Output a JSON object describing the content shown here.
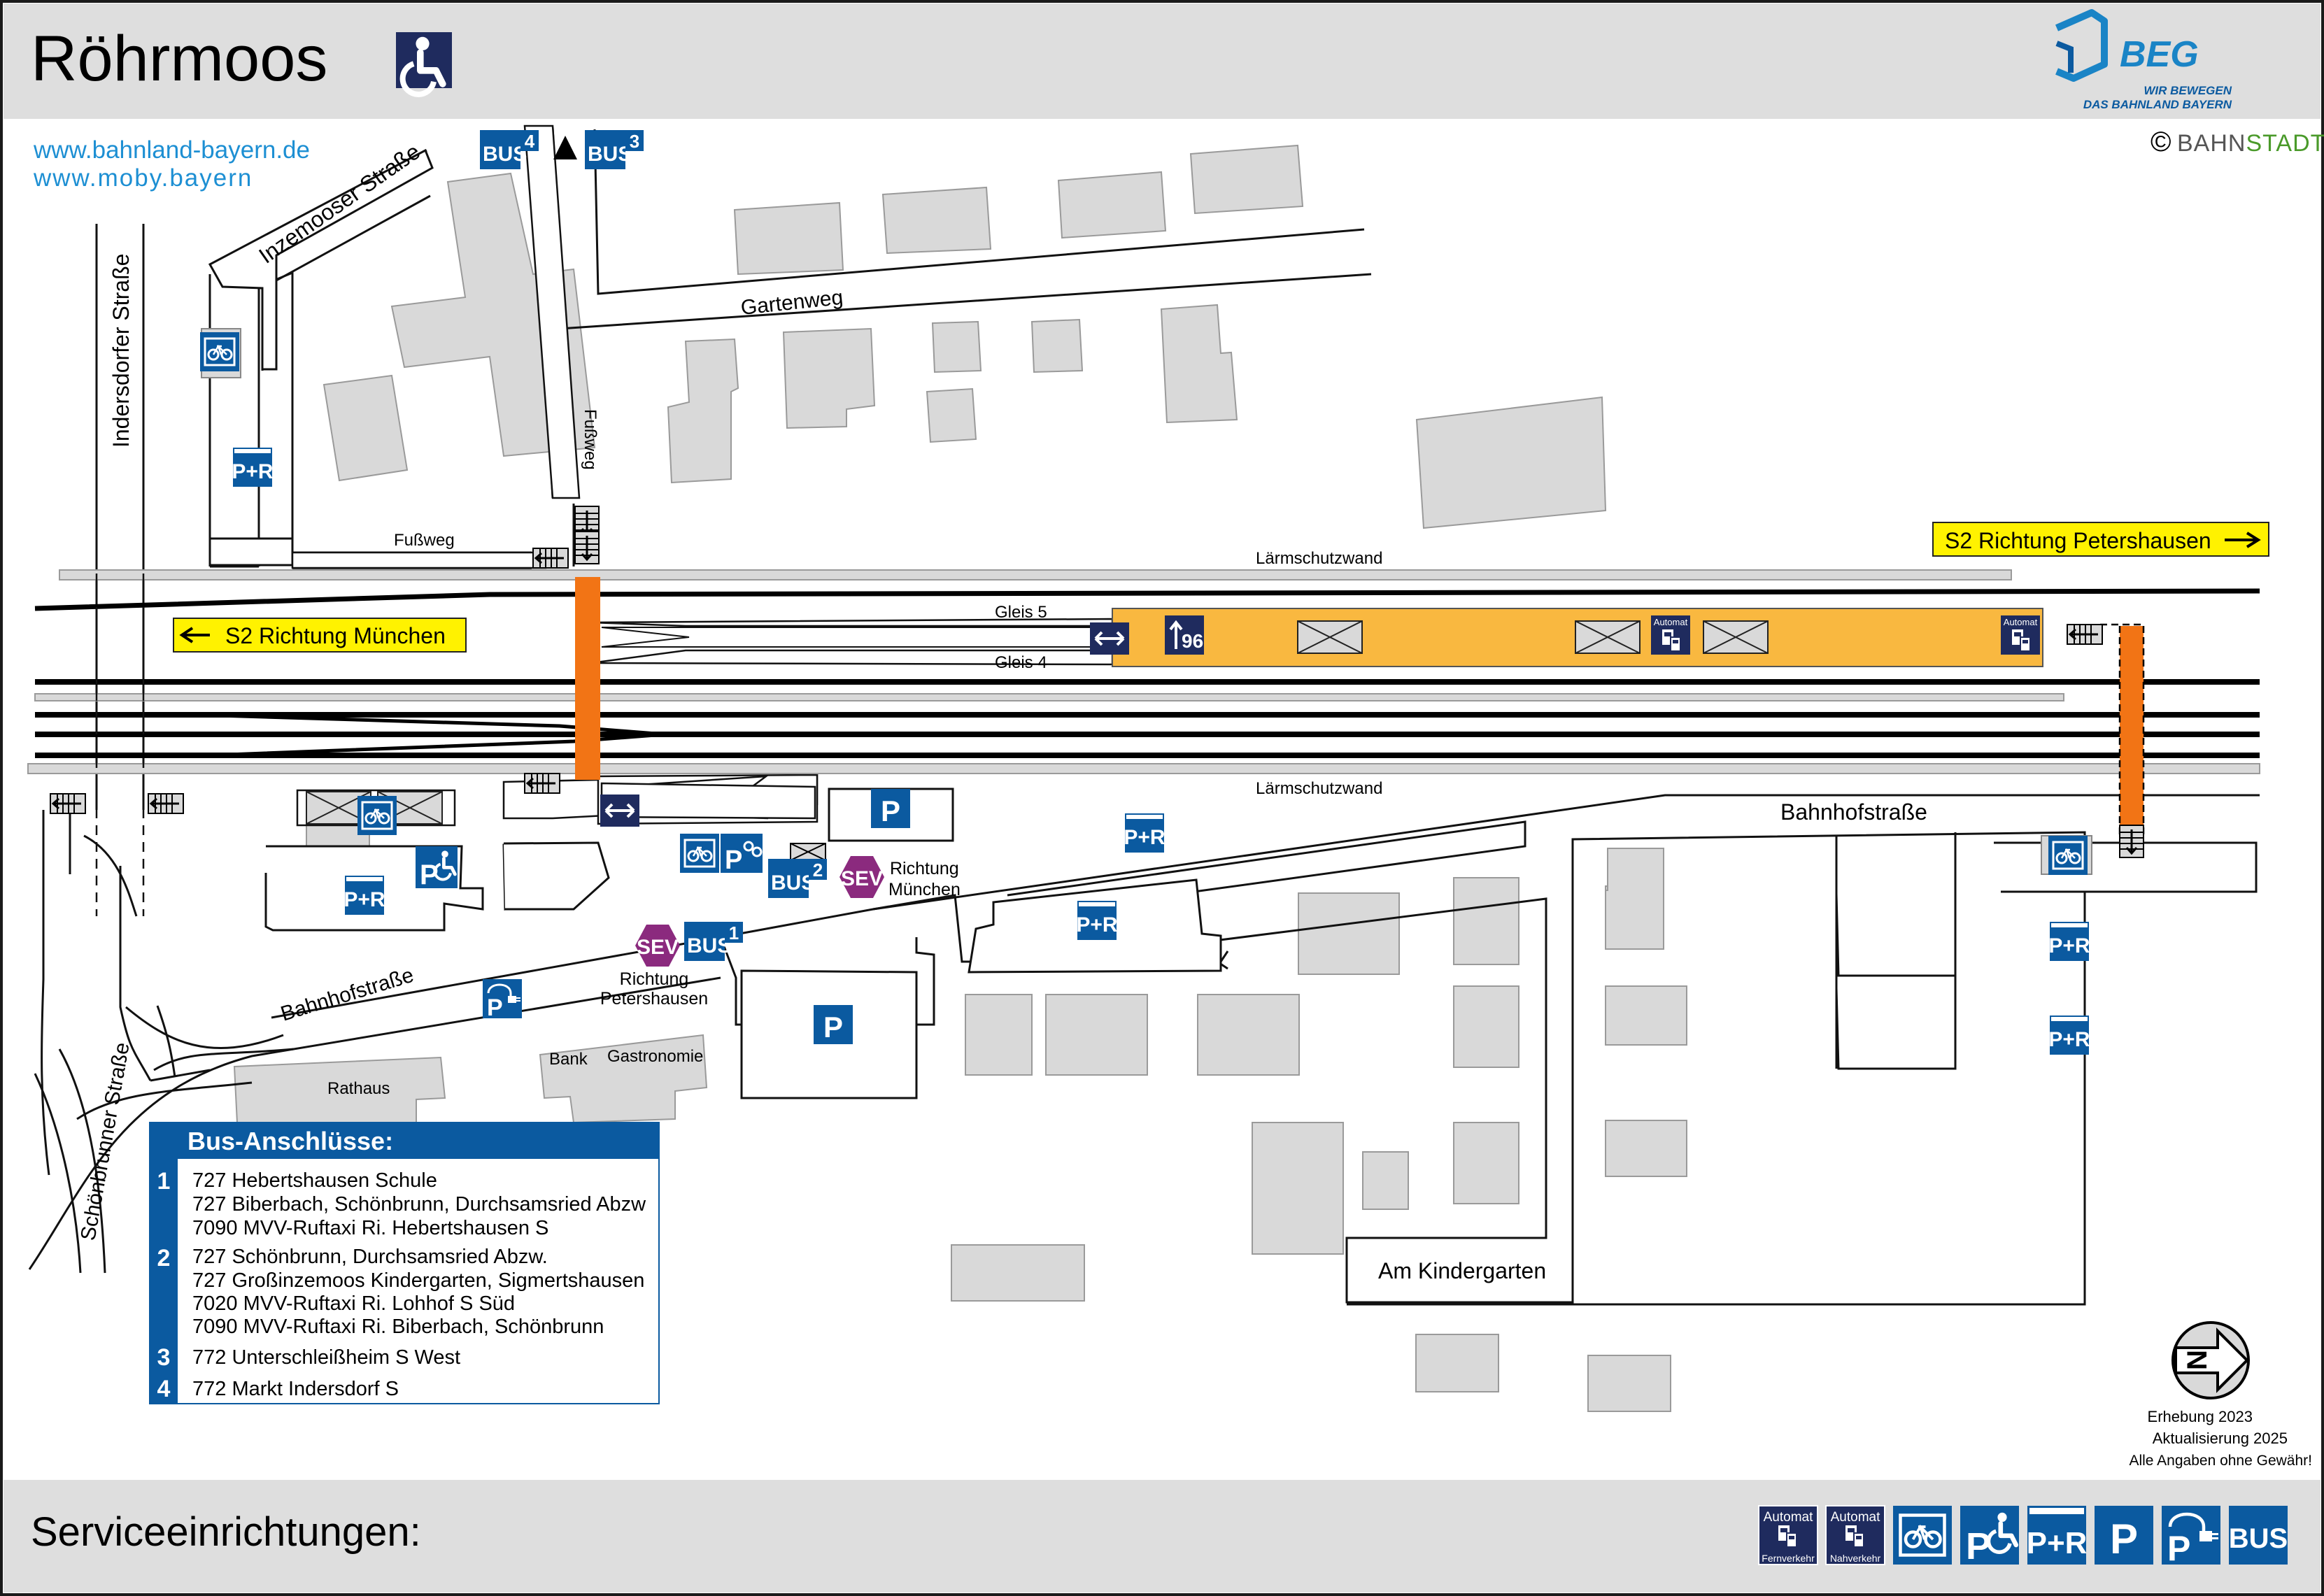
{
  "header": {
    "station_name": "Röhrmoos"
  },
  "links": [
    "www.bahnland-bayern.de",
    "www.moby.bayern"
  ],
  "logo": {
    "name": "BEG",
    "tagline_1": "WIR BEWEGEN",
    "tagline_2": "DAS BAHNLAND BAYERN"
  },
  "copyright": {
    "symbol": "©",
    "name_bahn": "BAHN",
    "name_stadt": "STADT"
  },
  "streets": {
    "indersdorfer": "Indersdorfer Straße",
    "inzemooser": "Inzemooser Straße",
    "gartenweg": "Gartenweg",
    "fussweg": "Fußweg",
    "bahnhofstrasse": "Bahnhofstraße",
    "schoenbrunner": "Schönbrunner Straße",
    "am_kindergarten": "Am Kindergarten"
  },
  "track": {
    "noise_wall": "Lärmschutzwand",
    "gleis_5": "Gleis 5",
    "gleis_4": "Gleis 4"
  },
  "directions": {
    "s2_petershausen": "S2 Richtung Petershausen",
    "s2_muenchen": "S2 Richtung München",
    "richtung": "Richtung",
    "muenchen": "München",
    "petershausen": "Petershausen"
  },
  "places": {
    "rathaus": "Rathaus",
    "bank": "Bank",
    "gastronomie": "Gastronomie"
  },
  "platform": {
    "height_value": "96"
  },
  "symbols": {
    "bus": "BUS",
    "pr": "P+R",
    "p": "P",
    "sev": "SEV",
    "automat": "Automat",
    "fernverkehr": "Fernverkehr",
    "nahverkehr": "Nahverkehr",
    "bus_stop_1": "1",
    "bus_stop_2": "2",
    "bus_stop_3": "3",
    "bus_stop_4": "4"
  },
  "bus_connections": {
    "title": "Bus-Anschlüsse:",
    "stops": [
      {
        "number": "1",
        "lines": [
          "727 Hebertshausen Schule",
          "727 Biberbach, Schönbrunn, Durchsamsried Abzw",
          "7090 MVV-Ruftaxi Ri. Hebertshausen S"
        ]
      },
      {
        "number": "2",
        "lines": [
          "727 Schönbrunn, Durchsamsried Abzw.",
          "727 Großinzemoos Kindergarten, Sigmertshausen",
          "7020 MVV-Ruftaxi Ri. Lohhof S Süd",
          "7090 MVV-Ruftaxi Ri. Biberbach, Schönbrunn"
        ]
      },
      {
        "number": "3",
        "lines": [
          "772 Unterschleißheim S West"
        ]
      },
      {
        "number": "4",
        "lines": [
          "772 Markt Indersdorf S"
        ]
      }
    ]
  },
  "compass": {
    "letter": "N"
  },
  "survey": {
    "line1": "Erhebung 2023",
    "line2": "Aktualisierung 2025",
    "line3": "Alle Angaben ohne Gewähr!"
  },
  "footer": {
    "title": "Serviceeinrichtungen:"
  },
  "colors": {
    "blue": "#0b5aa0",
    "navy": "#1f2b5e",
    "orange": "#f27415",
    "platform": "#f9b840",
    "yellow": "#fff200",
    "sev": "#8b2a7e",
    "building": "#d9d9d9",
    "band": "#dedede",
    "link_blue": "#1d8fd3"
  }
}
